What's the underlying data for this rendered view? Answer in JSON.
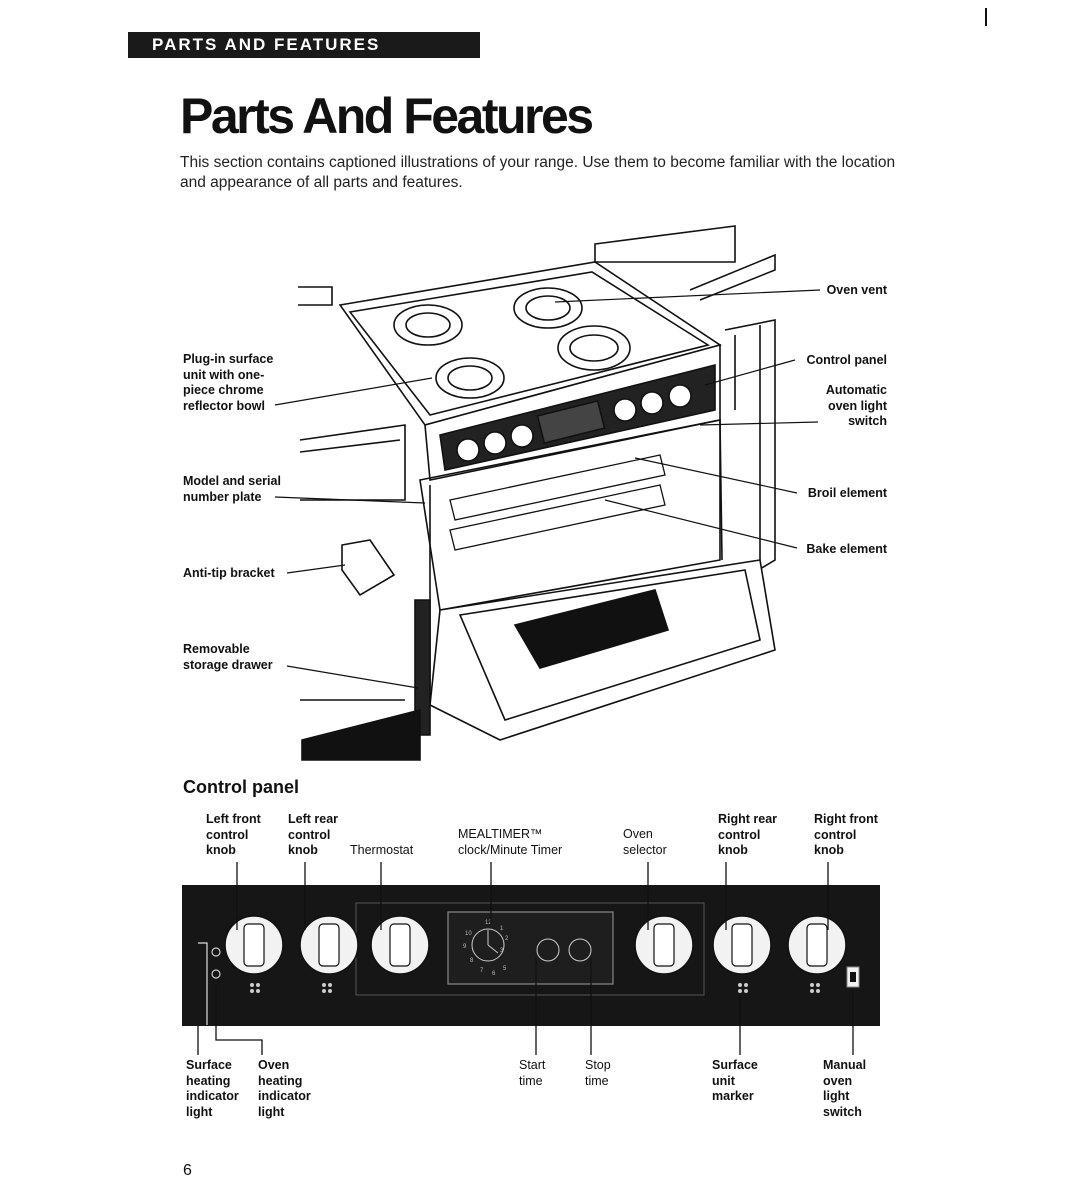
{
  "header": {
    "banner": "PARTS AND FEATURES"
  },
  "page": {
    "title": "Parts And Features",
    "number": "6"
  },
  "intro": "This section contains captioned illustrations of your range. Use them to become familiar with the location and appearance of all parts and features.",
  "range_callouts": {
    "plugin": [
      "Plug-in surface",
      "unit with one-",
      "piece chrome",
      "reflector bowl"
    ],
    "model": [
      "Model and serial",
      "number plate"
    ],
    "antitip": [
      "Anti-tip bracket"
    ],
    "drawer": [
      "Removable",
      "storage drawer"
    ],
    "oven_vent": [
      "Oven vent"
    ],
    "control_panel": [
      "Control panel"
    ],
    "auto_light": [
      "Automatic",
      "oven light",
      "switch"
    ],
    "broil": [
      "Broil element"
    ],
    "bake": [
      "Bake element"
    ]
  },
  "control_panel": {
    "subtitle": "Control panel",
    "top_labels": {
      "left_front": [
        "Left front",
        "control",
        "knob"
      ],
      "left_rear": [
        "Left rear",
        "control",
        "knob"
      ],
      "thermostat": [
        "Thermostat"
      ],
      "mealtimer": [
        "MEALTIMER™",
        "clock/Minute Timer"
      ],
      "oven_selector": [
        "Oven",
        "selector"
      ],
      "right_rear": [
        "Right rear",
        "control",
        "knob"
      ],
      "right_front": [
        "Right front",
        "control",
        "knob"
      ]
    },
    "bottom_labels": {
      "surface_heating": [
        "Surface",
        "heating",
        "indicator",
        "light"
      ],
      "oven_heating": [
        "Oven",
        "heating",
        "indicator",
        "light"
      ],
      "start_time": [
        "Start",
        "time"
      ],
      "stop_time": [
        "Stop",
        "time"
      ],
      "surface_marker": [
        "Surface",
        "unit",
        "marker"
      ],
      "manual_light": [
        "Manual",
        "oven",
        "light",
        "switch"
      ]
    }
  }
}
